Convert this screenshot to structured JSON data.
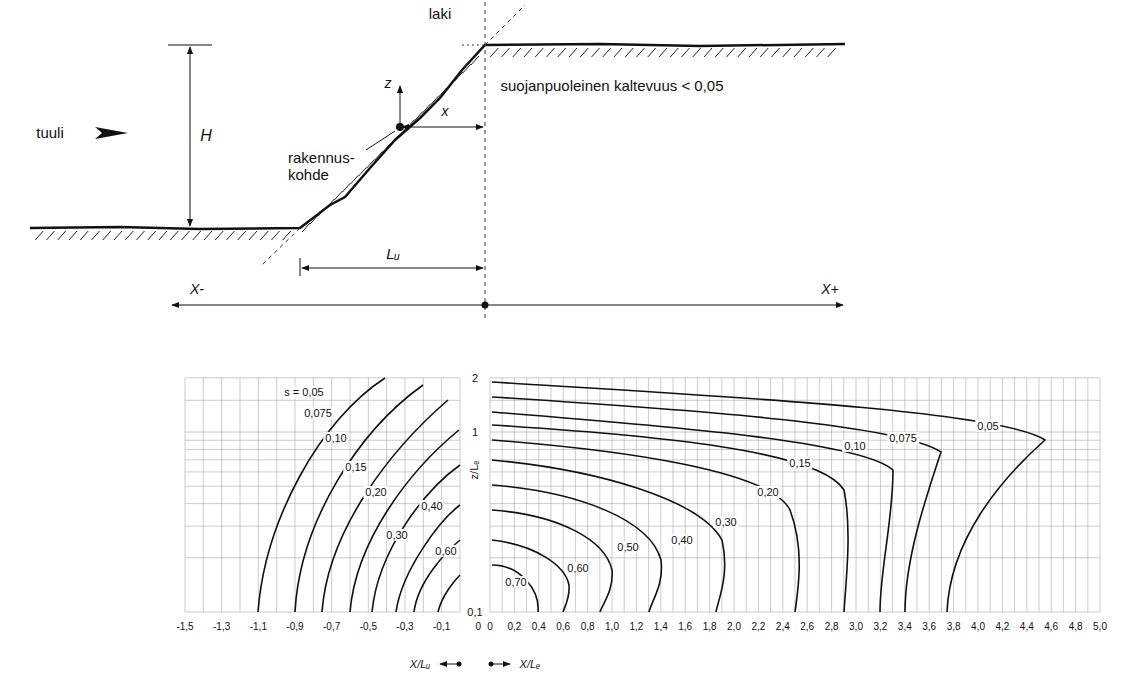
{
  "diagram": {
    "labels": [
      "laki",
      "tuuli",
      "H",
      "z",
      "x",
      "rakennus- kohde",
      "suojanpuoleinen kaltevuus < 0,05",
      "Lᵤ",
      "X-",
      "X+",
      "s = 0,05",
      "0,075",
      "0,10",
      "0,15",
      "0,20",
      "0,40",
      "0,30",
      "0,60",
      "0,05",
      "0,075",
      "0,10",
      "0,15",
      "0,20",
      "0,30",
      "0,50",
      "0,40",
      "0,70",
      "0,60",
      "2",
      "1",
      "z/Lₑ",
      "0,1",
      "-1,5",
      "-1,3",
      "-1,1",
      "-0,9",
      "-0,7",
      "-0,5",
      "-0,3",
      "-0,1",
      "0",
      "0",
      "0,2",
      "0,4",
      "0,6",
      "0,8",
      "1,0",
      "1,2",
      "1,4",
      "1,6",
      "1,8",
      "2,0",
      "2,2",
      "2,4",
      "2,6",
      "2,8",
      "3,0",
      "3,2",
      "3,4",
      "3,6",
      "3,8",
      "4,0",
      "4,2",
      "4,4",
      "4,6",
      "4,8",
      "5,0",
      "X/Lᵤ",
      "X/Lₑ"
    ]
  }
}
